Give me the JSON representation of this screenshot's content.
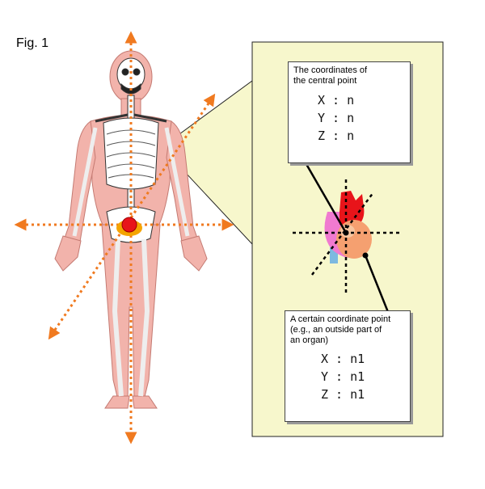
{
  "figure_label": "Fig. 1",
  "central_box": {
    "title_line1": "The coordinates of",
    "title_line2": "the central point",
    "x": "X : n",
    "y": "Y : n",
    "z": "Z : n"
  },
  "point_box": {
    "title_line1": "A certain coordinate point",
    "title_line2": "(e.g., an outside part of",
    "title_line3": "an organ)",
    "x": "X : n1",
    "y": "Y : n1",
    "z": "Z : n1"
  },
  "colors": {
    "panel": "#f7f7cc",
    "arrow": "#f07a20",
    "skin": "#f2b3ab",
    "bone": "#ffffff",
    "origin": "#e8141a",
    "pelvis": "#f5a400"
  }
}
